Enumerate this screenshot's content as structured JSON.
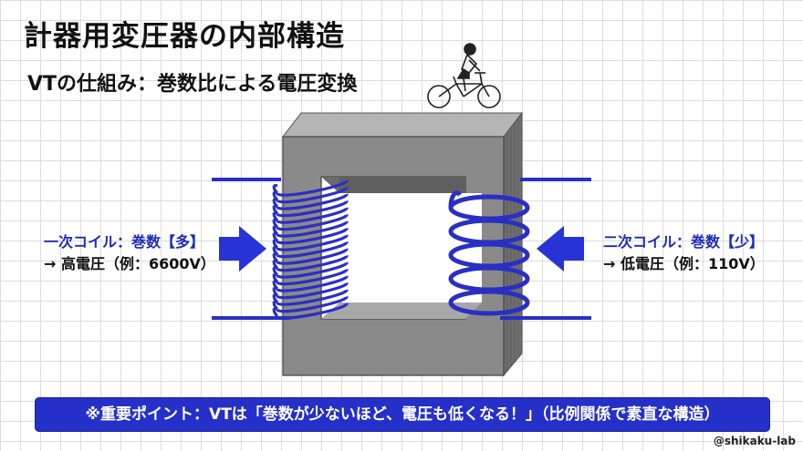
{
  "title": "計器用変圧器の内部構造",
  "subtitle": "VTの仕組み：巻数比による電圧変換",
  "primary": {
    "label": "一次コイル：巻数【多】",
    "detail": "→ 高電圧（例：6600V）"
  },
  "secondary": {
    "label": "二次コイル：巻数【少】",
    "detail": "→ 低電圧（例：110V）"
  },
  "banner": "※重要ポイント：VTは「巻数が少ないほど、電圧も低くなる！」（比例関係で素直な構造）",
  "watermark": "@shikaku-lab",
  "colors": {
    "coil": "#2a2fc4",
    "core_face": "#808080",
    "arrow": "#2733d6",
    "banner": "#2530c8"
  }
}
